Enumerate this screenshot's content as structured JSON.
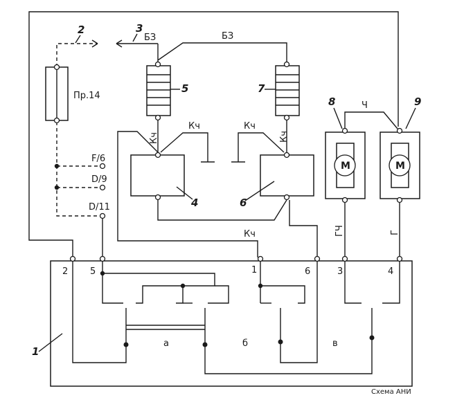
{
  "labels": {
    "fuse": "Пр.14",
    "f6": "F/6",
    "d9": "D/9",
    "d11": "D/11",
    "bz_top": "БЗ",
    "bz_mid": "БЗ",
    "kch_5a": "Кч",
    "kch_5b": "Кч",
    "kch_7a": "Кч",
    "kch_7b": "Кч",
    "kch_bottom": "Кч",
    "ch": "Ч",
    "gch": "ГЧ",
    "g": "Г",
    "motor_8": "M",
    "motor_9": "M",
    "sec_a": "а",
    "sec_b": "б",
    "sec_v": "в",
    "caption": "Схема АНИ"
  },
  "numbers": {
    "n1": "1",
    "n2": "2",
    "n3": "3",
    "n4": "4",
    "n5": "5",
    "n6": "6",
    "n7": "7",
    "n8": "8",
    "n9": "9"
  },
  "pins": {
    "p2": "2",
    "p5": "5",
    "p1": "1",
    "p6": "6",
    "p3": "3",
    "p4": "4"
  }
}
